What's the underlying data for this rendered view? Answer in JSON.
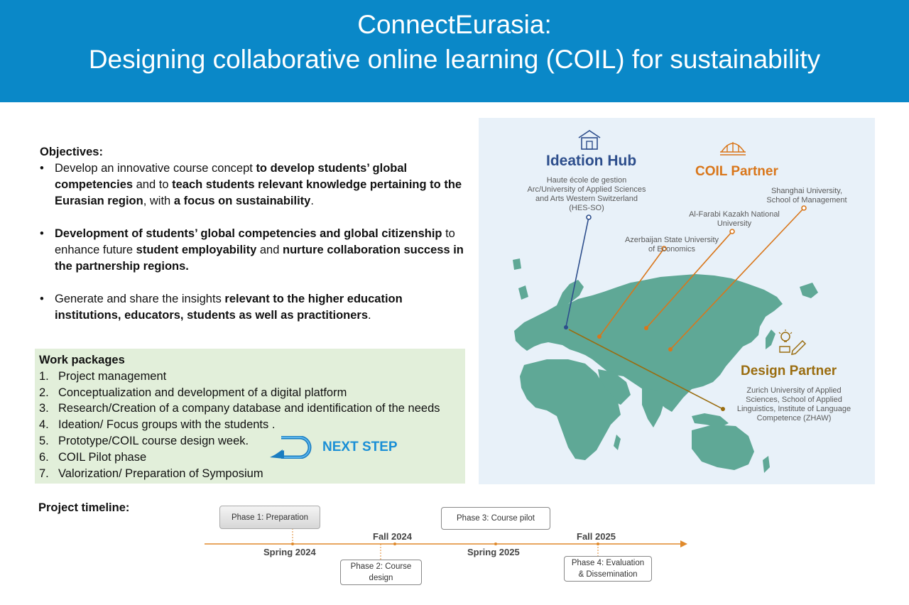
{
  "header": {
    "title_line1": "ConnectEurasia:",
    "title_line2": "Designing collaborative online learning (COIL) for sustainability"
  },
  "objectives": {
    "title": "Objectives:",
    "items": [
      [
        {
          "text": "Develop an innovative course concept ",
          "bold": false
        },
        {
          "text": "to develop students’ global competencies",
          "bold": true
        },
        {
          "text": " and to ",
          "bold": false
        },
        {
          "text": "teach students relevant knowledge pertaining to the Eurasian region",
          "bold": true
        },
        {
          "text": ", with ",
          "bold": false
        },
        {
          "text": "a focus on sustainability",
          "bold": true
        },
        {
          "text": ".",
          "bold": false
        }
      ],
      [
        {
          "text": "Development of students’ global competencies and global citizenship",
          "bold": true
        },
        {
          "text": " to enhance future ",
          "bold": false
        },
        {
          "text": "student employability",
          "bold": true
        },
        {
          "text": " and ",
          "bold": false
        },
        {
          "text": "nurture collaboration success in the partnership regions.",
          "bold": true
        }
      ],
      [
        {
          "text": "Generate and share the insights ",
          "bold": false
        },
        {
          "text": "relevant to the higher education institutions, educators, students as well as practitioners",
          "bold": true
        },
        {
          "text": ".",
          "bold": false
        }
      ]
    ]
  },
  "work_packages": {
    "title": "Work packages",
    "items": [
      {
        "num": "1.",
        "label": "Project management"
      },
      {
        "num": "2.",
        "label": "Conceptualization and development of a digital platform"
      },
      {
        "num": "3.",
        "label": "Research/Creation of a company database and identification of the needs"
      },
      {
        "num": "4.",
        "label": "Ideation/ Focus groups with the students ."
      },
      {
        "num": "5.",
        "label": "Prototype/COIL course design week."
      },
      {
        "num": "6.",
        "label": "COIL Pilot phase"
      },
      {
        "num": "7.",
        "label": "Valorization/ Preparation of Symposium"
      }
    ],
    "next_step": "NEXT STEP"
  },
  "map": {
    "ideation_hub": {
      "title": "Ideation Hub",
      "lines": [
        "Haute école de gestion",
        "Arc/University of Applied Sciences",
        "and Arts Western Switzerland",
        "(HES-SO)"
      ]
    },
    "coil_partner": {
      "title": "COIL Partner",
      "shanghai": [
        "Shanghai University,",
        "School of Management"
      ],
      "alfarabi": [
        "Al-Farabi Kazakh National",
        "University"
      ],
      "azerbaijan": [
        "Azerbaijan State University",
        "of Economics"
      ]
    },
    "design_partner": {
      "title": "Design Partner",
      "lines": [
        "Zurich University of Applied",
        "Sciences, School of Applied",
        "Linguistics, Institute of Language",
        "Competence (ZHAW)"
      ]
    },
    "colors": {
      "land": "#5fa896",
      "ideation": "#2d4e8c",
      "coil": "#d9761a",
      "design": "#9a6d10"
    }
  },
  "timeline": {
    "title": "Project timeline:",
    "markers": [
      {
        "label": "Spring 2024"
      },
      {
        "label": "Fall 2024"
      },
      {
        "label": "Spring 2025"
      },
      {
        "label": "Fall 2025"
      }
    ],
    "phases": {
      "p1": "Phase 1: Preparation",
      "p2_l1": "Phase 2: Course",
      "p2_l2": "design",
      "p3": "Phase 3: Course pilot",
      "p4_l1": "Phase 4: Evaluation",
      "p4_l2": "& Dissemination"
    },
    "line_color": "#e08a2c"
  }
}
